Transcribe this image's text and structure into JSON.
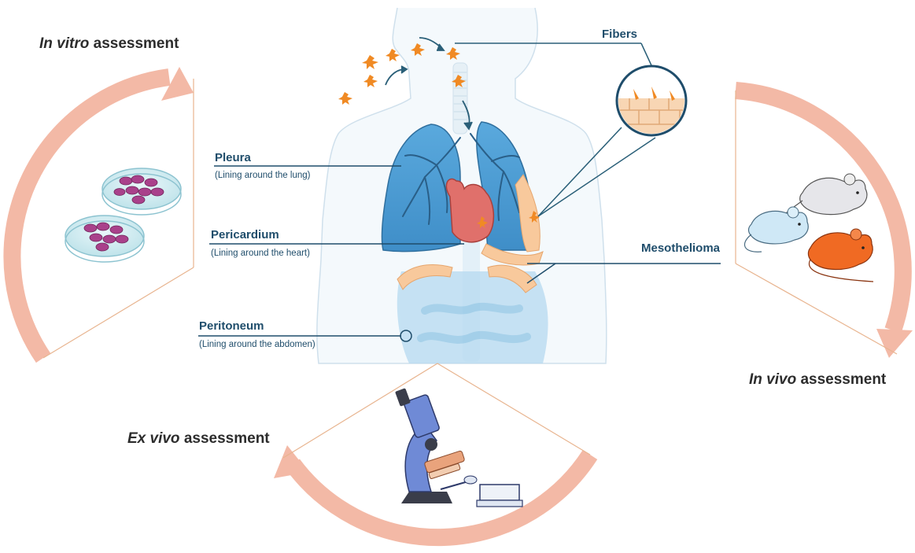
{
  "assessments": {
    "in_vitro": {
      "italic": "In vitro",
      "rest": " assessment"
    },
    "in_vivo": {
      "italic": "In vivo",
      "rest": " assessment"
    },
    "ex_vivo": {
      "italic": "Ex vivo",
      "rest": " assessment"
    }
  },
  "labels": {
    "fibers": "Fibers",
    "mesothelioma": "Mesothelioma",
    "pleura": {
      "title": "Pleura",
      "sub": "(Lining around the lung)"
    },
    "pericardium": {
      "title": "Pericardium",
      "sub": "(Lining around the heart)"
    },
    "peritoneum": {
      "title": "Peritoneum",
      "sub": "(Lining around the abdomen)"
    }
  },
  "colors": {
    "arc": "#f3b9a6",
    "label_text": "#1f4d6b",
    "lung": "#4f9fd4",
    "heart": "#e0706b",
    "mesothelium": "#f8c99c",
    "fiber": "#f08a24",
    "petri_cells": "#a9418b"
  },
  "icons": [
    "petri-dish-icon",
    "mouse-icon",
    "microscope-icon",
    "fiber-icon",
    "magnifier-icon"
  ]
}
